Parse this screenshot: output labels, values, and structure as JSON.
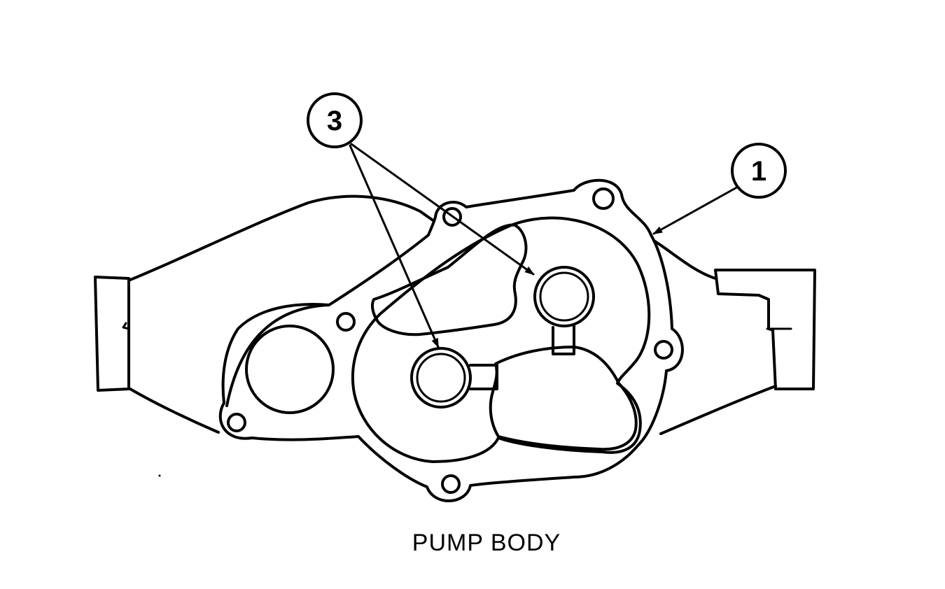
{
  "figure": {
    "caption": "PUMP BODY",
    "callouts": [
      {
        "id": "callout-1",
        "label": "1"
      },
      {
        "id": "callout-3",
        "label": "3"
      }
    ]
  }
}
